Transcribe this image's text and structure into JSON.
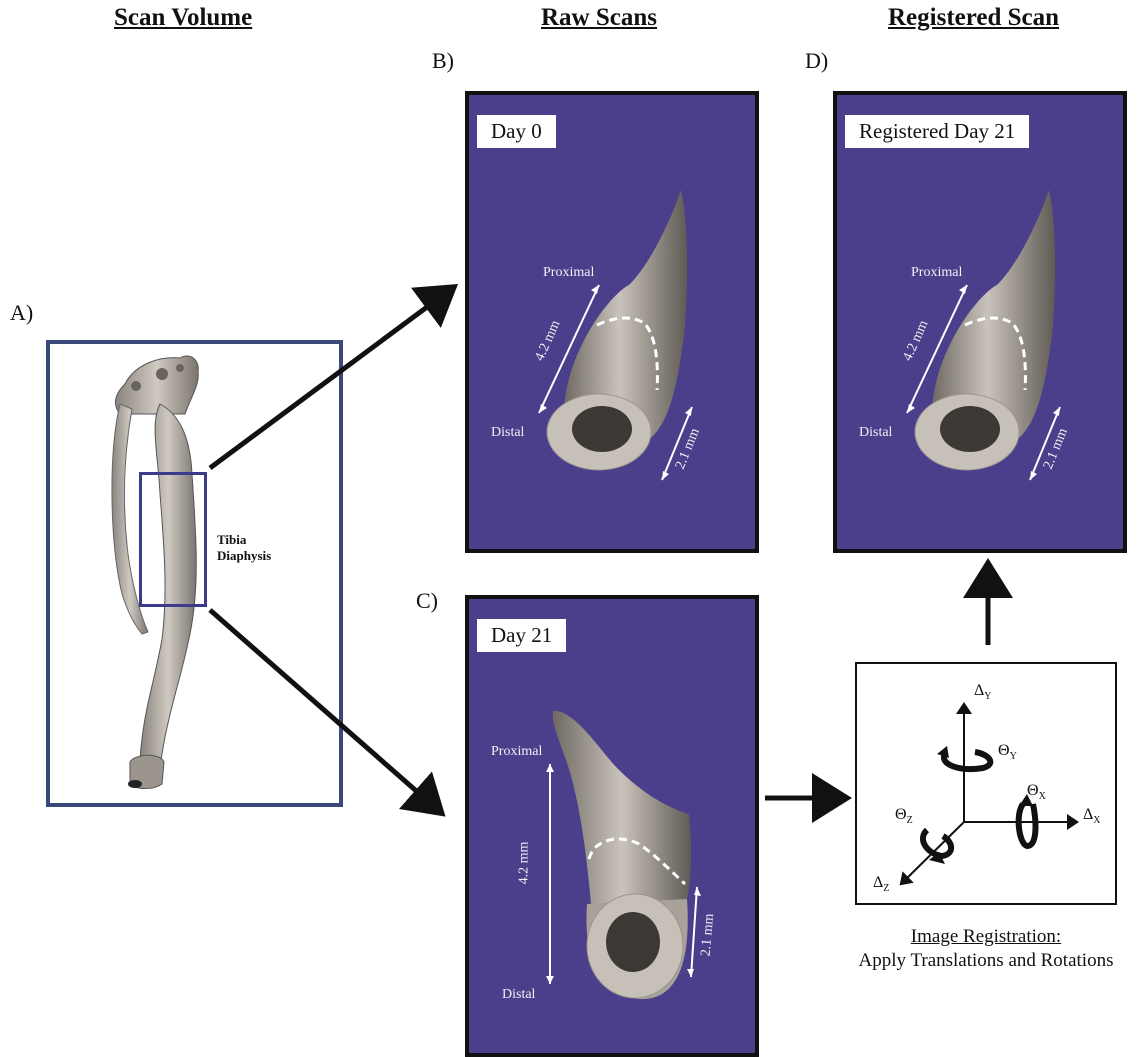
{
  "headers": {
    "scan_volume": "Scan Volume",
    "raw_scans": "Raw Scans",
    "registered_scan": "Registered Scan"
  },
  "panels": {
    "a": {
      "letter": "A)",
      "roi_label_line1": "Tibia",
      "roi_label_line2": "Diaphysis"
    },
    "b": {
      "letter": "B)",
      "tag": "Day 0",
      "proximal": "Proximal",
      "distal": "Distal",
      "long_dim": "4.2 mm",
      "short_dim": "2.1 mm"
    },
    "c": {
      "letter": "C)",
      "tag": "Day 21",
      "proximal": "Proximal",
      "distal": "Distal",
      "long_dim": "4.2 mm",
      "short_dim": "2.1 mm"
    },
    "d": {
      "letter": "D)",
      "tag": "Registered Day 21",
      "proximal": "Proximal",
      "distal": "Distal",
      "long_dim": "4.2 mm",
      "short_dim": "2.1 mm"
    }
  },
  "registration": {
    "delta_y": "Δ",
    "delta_y_sub": "Y",
    "theta_y": "Θ",
    "theta_y_sub": "Y",
    "theta_x": "Θ",
    "theta_x_sub": "X",
    "delta_x": "Δ",
    "delta_x_sub": "X",
    "theta_z": "Θ",
    "theta_z_sub": "Z",
    "delta_z": "Δ",
    "delta_z_sub": "Z",
    "caption_title": "Image Registration:",
    "caption_body": "Apply Translations and Rotations"
  },
  "colors": {
    "scan_bg": "#4b3f8b",
    "frame_a": "#3a4a78",
    "bone": "#b3aca4"
  }
}
